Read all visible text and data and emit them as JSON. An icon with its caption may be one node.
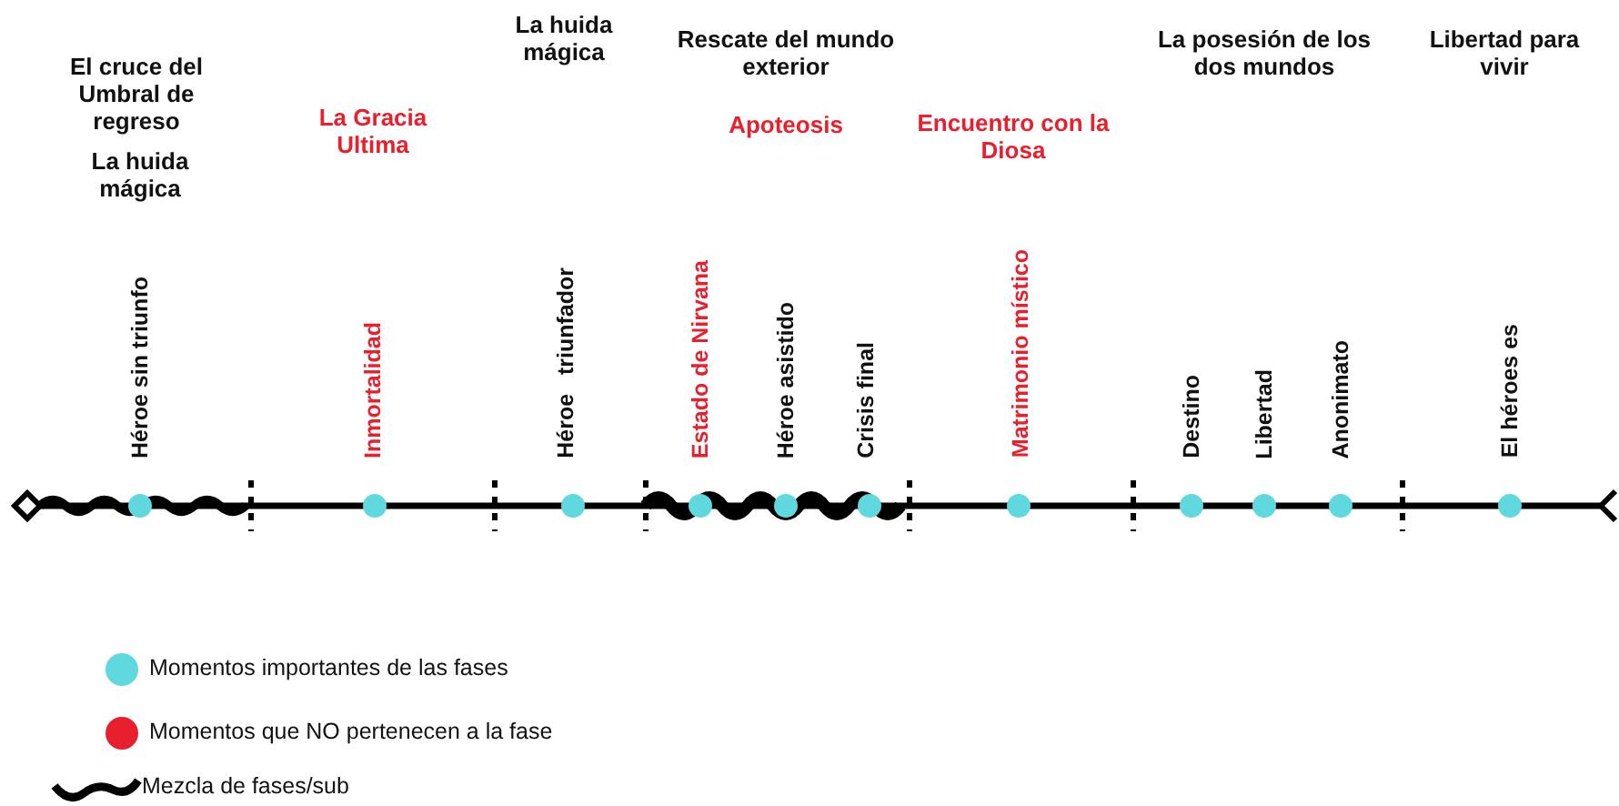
{
  "diagram": {
    "labels": [
      "El cruce del Umbral de regreso",
      "La huida mágica",
      "La Gracia Ultima",
      "La huida mágica",
      "Rescate del mundo exterior",
      "Apoteosis",
      "Encuentro con la Diosa",
      "La posesión de los dos mundos",
      "Libertad para vivir",
      "Héroe sin triunfo",
      "Inmortalidad",
      "Héroe   triunfador",
      "Estado de Nirvana",
      "Héroe asistido",
      "Crisis final",
      "Matrimonio místico",
      "Destino",
      "Libertad",
      "Anonimato",
      "El héroes es"
    ],
    "legend": [
      {
        "text": "Momentos importantes de las fases",
        "color": "#5fd8de"
      },
      {
        "text": "Momentos que NO pertenecen a la fase",
        "color": "#e8202e"
      },
      {
        "text": "Mezcla de fases/sub"
      }
    ]
  }
}
